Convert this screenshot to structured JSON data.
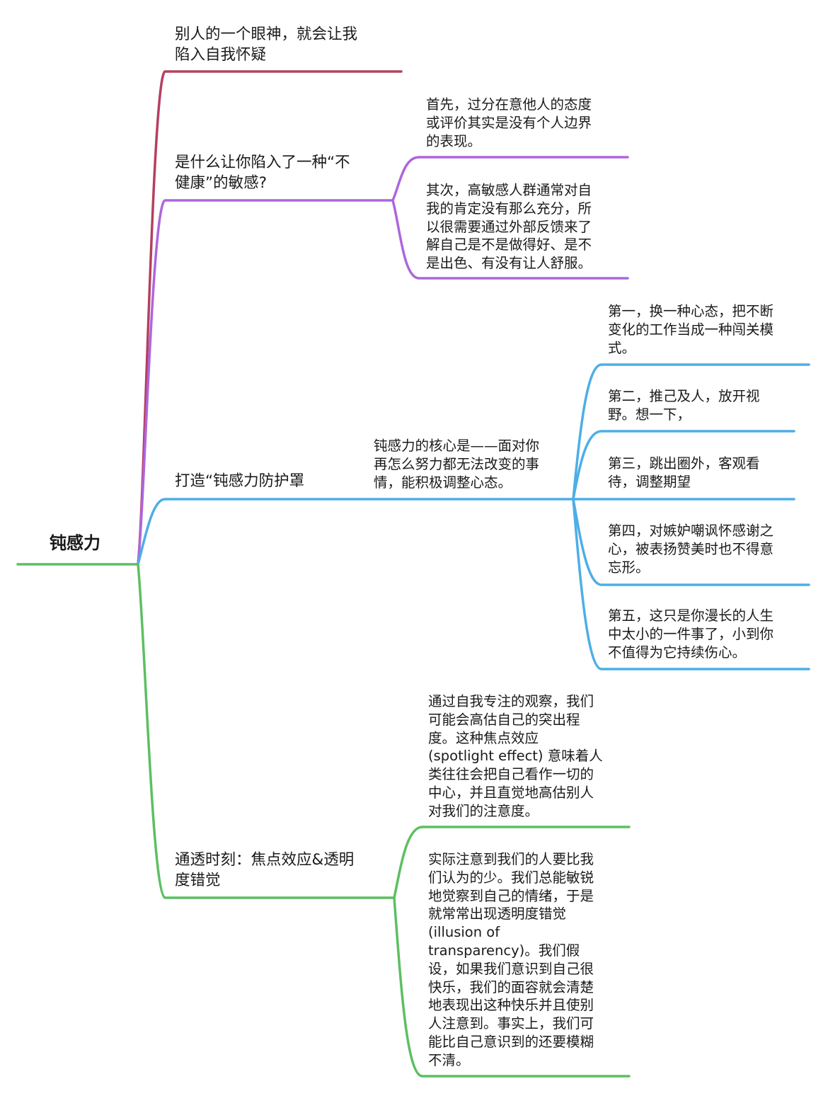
{
  "colors": {
    "root": "#5cbf63",
    "red": "#b4405f",
    "purple": "#ad66de",
    "blue": "#4eaee6",
    "green": "#5cbf63"
  },
  "root": {
    "label": "钝感力"
  },
  "branches": [
    {
      "label": "别人的一个眼神，就会让我\n陷入自我怀疑",
      "children": []
    },
    {
      "label": "是什么让你陷入了一种“不\n健康”的敏感?",
      "children": [
        "首先，过分在意他人的态度\n或评价其实是没有个人边界\n的表现。",
        "其次，高敏感人群通常对自\n我的肯定没有那么充分，所\n以很需要通过外部反馈来了\n解自己是不是做得好、是不\n是出色、有没有让人舒服。"
      ]
    },
    {
      "label": "打造“钝感力防护罩",
      "sub": "钝感力的核心是——面对你\n再怎么努力都无法改变的事\n情，能积极调整心态。",
      "children": [
        "第一，换一种心态，把不断\n变化的工作当成一种闯关模\n式。",
        "第二，推己及人，放开视\n野。想一下，",
        "第三，跳出圈外，客观看\n待，调整期望",
        "第四，对嫉妒嘲讽怀感谢之\n心，被表扬赞美时也不得意\n忘形。",
        "第五，这只是你漫长的人生\n中太小的一件事了，小到你\n不值得为它持续伤心。"
      ]
    },
    {
      "label": "通透时刻：焦点效应&透明\n度错觉",
      "children": [
        "通过自我专注的观察，我们\n可能会高估自己的突出程\n度。这种焦点效应\n(spotlight effect) 意味着人\n类往往会把自己看作一切的\n中心，并且直觉地高估别人\n对我们的注意度。",
        "实际注意到我们的人要比我\n们认为的少。我们总能敏锐\n地觉察到自己的情绪，于是\n就常常出现透明度错觉\n(illusion of\ntransparency)。我们假\n设，如果我们意识到自己很\n快乐，我们的面容就会清楚\n地表现出这种快乐并且使别\n人注意到。事实上，我们可\n能比自己意识到的还要模糊\n不清。"
      ]
    }
  ]
}
